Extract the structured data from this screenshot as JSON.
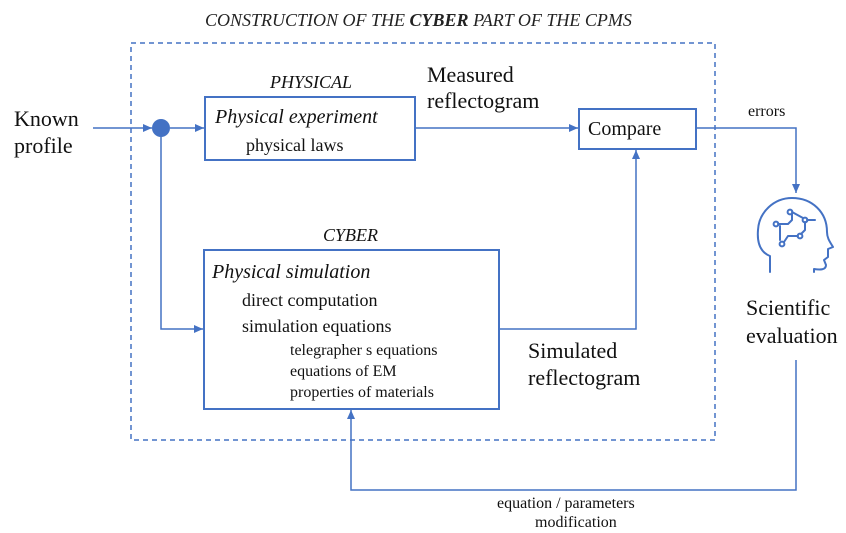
{
  "title": {
    "prefix": "CONSTRUCTION OF THE ",
    "bold": "CYBER",
    "suffix": " PART OF THE CPMS"
  },
  "inputs": {
    "known_profile_line1": "Known",
    "known_profile_line2": "profile"
  },
  "physical": {
    "header": "PHYSICAL",
    "box_title": "Physical experiment",
    "box_line": "physical laws"
  },
  "cyber": {
    "header": "CYBER",
    "box_title": "Physical simulation",
    "lines": [
      "direct computation",
      "simulation equations"
    ],
    "sublines": [
      "telegrapher s equations",
      "equations of EM",
      "properties of materials"
    ]
  },
  "outputs": {
    "measured_line1": "Measured",
    "measured_line2": "reflectogram",
    "simulated_line1": "Simulated",
    "simulated_line2": "reflectogram",
    "compare": "Compare",
    "errors": "errors"
  },
  "evaluation": {
    "icon": "ai-head-icon",
    "line1": "Scientific",
    "line2": "evaluation"
  },
  "feedback": {
    "line1": "equation / parameters",
    "line2": "modification"
  },
  "colors": {
    "line": "#4472c4",
    "node": "#4472c4"
  }
}
